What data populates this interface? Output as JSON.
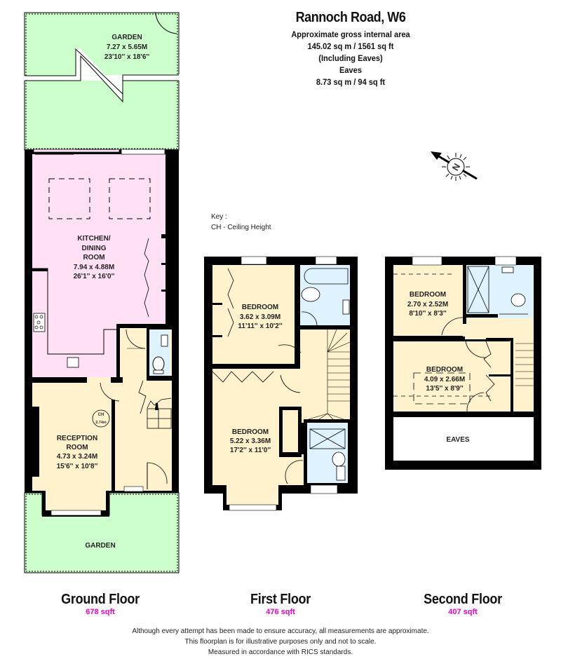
{
  "header": {
    "title": "Rannoch Road, W6",
    "subtitle": "Approximate gross internal area",
    "total_area": "145.02 sq m / 1561 sq ft",
    "total_note": "(Including Eaves)",
    "eaves_label": "Eaves",
    "eaves_area": "8.73 sq m / 94 sq ft"
  },
  "compass": {
    "icon": "north-arrow-compass-icon",
    "letter": "N"
  },
  "key": {
    "title": "Key :",
    "items": [
      "CH - Ceiling Height"
    ]
  },
  "colors": {
    "garden": "#ccffcc",
    "kitchen": "#ffe0f5",
    "living": "#fff2cc",
    "bathroom": "#dff3ff",
    "eaves": "#ffffff",
    "wall": "#000000",
    "area_text": "#ee00cc"
  },
  "floors": [
    {
      "name": "Ground Floor",
      "area": "678 sqft",
      "rooms": [
        {
          "name": "GARDEN",
          "dims_m": "7.27 x 5.65M",
          "dims_ft": "23'10'' x 18'6''"
        },
        {
          "name_lines": [
            "KITCHEN/",
            "DINING",
            "ROOM"
          ],
          "dims_m": "7.94 x 4.88M",
          "dims_ft": "26'1'' x 16'0''"
        },
        {
          "name_lines": [
            "RECEPTION",
            "ROOM"
          ],
          "dims_m": "4.73 x 3.24M",
          "dims_ft": "15'6'' x 10'8''",
          "ceiling": {
            "label": "CH",
            "value": "2.74m"
          }
        },
        {
          "name": "GARDEN"
        }
      ]
    },
    {
      "name": "First Floor",
      "area": "476 sqft",
      "rooms": [
        {
          "name": "BEDROOM",
          "dims_m": "3.62 x 3.09M",
          "dims_ft": "11'11'' x 10'2''"
        },
        {
          "name": "BEDROOM",
          "dims_m": "5.22 x 3.36M",
          "dims_ft": "17'2'' x 11'0''"
        }
      ]
    },
    {
      "name": "Second Floor",
      "area": "407 sqft",
      "rooms": [
        {
          "name": "BEDROOM",
          "dims_m": "2.70 x 2.52M",
          "dims_ft": "8'10'' x 8'3''"
        },
        {
          "name": "BEDROOM",
          "dims_m": "4.09 x 2.66M",
          "dims_ft": "13'5'' x 8'9''"
        },
        {
          "name": "EAVES"
        }
      ]
    }
  ],
  "disclaimer": [
    "Although every attempt has been made to ensure accuracy, all measurements are approximate.",
    "This floorplan is for illustrative purposes only and not to scale.",
    "Measured in accordance with RICS standards."
  ]
}
